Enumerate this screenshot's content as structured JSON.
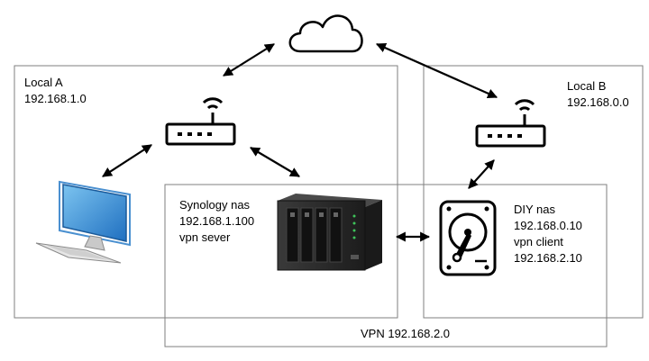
{
  "zones": {
    "local_a": {
      "name": "Local A",
      "subnet": "192.168.1.0"
    },
    "local_b": {
      "name": "Local B",
      "subnet": "192.168.0.0"
    },
    "vpn": {
      "label": "VPN  192.168.2.0"
    }
  },
  "devices": {
    "synology": {
      "line1": "Synology nas",
      "line2": "192.168.1.100",
      "line3": "vpn sever"
    },
    "diy": {
      "line1": "DIY nas",
      "line2": "192.168.0.10",
      "line3": "vpn client",
      "line4": "192.168.2.10"
    }
  },
  "colors": {
    "line": "#000000",
    "box_border": "#7f7f7f",
    "monitor_blue": "#2e86d6",
    "nas_body": "#2a2a2a"
  },
  "icons": {
    "cloud": "cloud-icon",
    "router_a": "router-icon",
    "router_b": "router-icon",
    "computer": "desktop-computer-icon",
    "synology": "nas-enclosure-icon",
    "diy": "hard-drive-icon"
  }
}
